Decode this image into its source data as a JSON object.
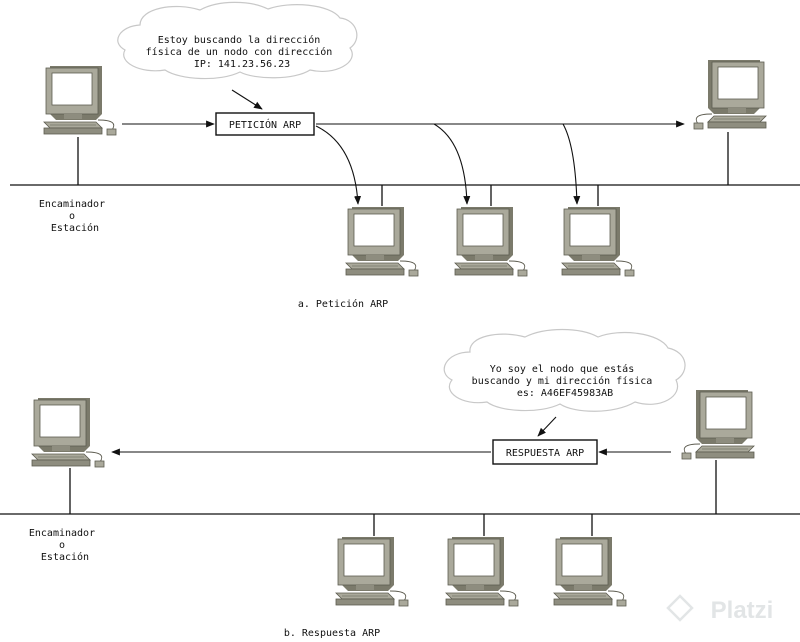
{
  "part_a": {
    "request_box": "PETICIÓN ARP",
    "cloud_lines": [
      "Estoy buscando la dirección",
      "física de un nodo con dirección",
      "IP: 141.23.56.23"
    ],
    "router_lines": [
      "Encaminador",
      "o",
      "Estación"
    ],
    "caption": "a. Petición ARP"
  },
  "part_b": {
    "reply_box": "RESPUESTA ARP",
    "cloud_lines": [
      "Yo soy el nodo que estás",
      "buscando y mi dirección física",
      "es: A46EF45983AB"
    ],
    "router_lines": [
      "Encaminador",
      "o",
      "Estación"
    ],
    "caption": "b. Respuesta ARP"
  },
  "watermark": "Platzi",
  "colors": {
    "computer_face": "#aaa99b",
    "computer_shadow": "#7b7a6b",
    "screen": "#ffffff",
    "ink": "#111111"
  }
}
